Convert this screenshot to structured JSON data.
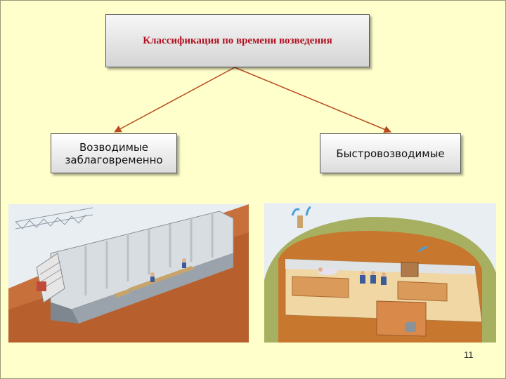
{
  "slide": {
    "title": "Классификация по времени возведения",
    "left_box": {
      "line1": "Возводимые",
      "line2": "заблаговременно"
    },
    "right_box": {
      "label": "Быстровозводимые"
    },
    "page_number": "11"
  },
  "colors": {
    "background": "#ffffcc",
    "title_text": "#b01020",
    "connector": "#b84a20"
  }
}
